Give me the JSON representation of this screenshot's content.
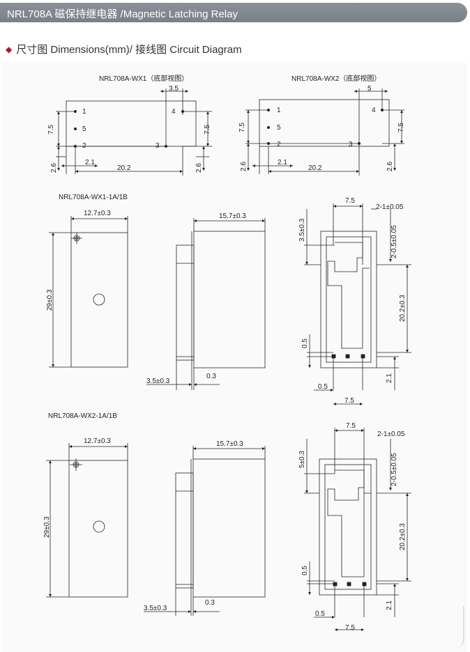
{
  "header": {
    "title": "NRL708A 磁保持继电器 /Magnetic Latching Relay"
  },
  "section": {
    "title": "尺寸图 Dimensions(mm)/ 接线图 Circuit Diagram"
  },
  "views": {
    "wx1_bottom_title": "NRL708A-WX1（底部视图）",
    "wx2_bottom_title": "NRL708A-WX2（底部视图）",
    "wx1_1a_title": "NRL708A-WX1-1A/1B",
    "wx2_1a_title": "NRL708A-WX2-1A/1B"
  },
  "pins": {
    "p1": "1",
    "p2": "2",
    "p3": "3",
    "p4": "4",
    "p5": "5"
  },
  "dims": {
    "d3_5": "3.5",
    "d5": "5",
    "d7_5": "7.5",
    "d2_6": "2.6",
    "d2_1": "2.1",
    "d20_2": "20.2",
    "d12_7": "12.7±0.3",
    "d15_7": "15.7±0.3",
    "d29": "29±0.3",
    "d3_5tol": "3.5±0.3",
    "d0_3": "0.3",
    "d2_1_tol": "2-1±0.05",
    "d2_0_5_tol": "2-0.5±0.05",
    "d20_2tol": "20.2±0.3",
    "d0_5": "0.5",
    "d5tol": "5±0.3"
  }
}
